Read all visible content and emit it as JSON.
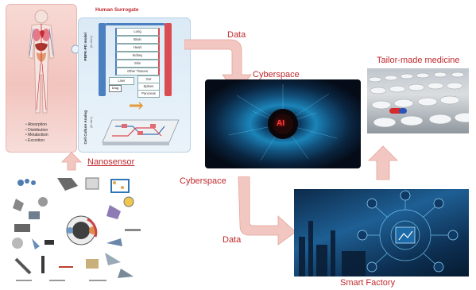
{
  "human_surrogate": {
    "title": "Human Surrogate",
    "pbpk_label": "PBPK-PD model",
    "pbpk_sub": "(in silico)",
    "organs": [
      "Lung",
      "Brain",
      "Heart",
      "Kidney",
      "Skin",
      "Other Tissues",
      "Liver",
      "Gut",
      "Spleen",
      "Pancreas"
    ],
    "drug_in": "Drug",
    "culture_label": "Cell Culture Analog",
    "culture_sub": "(in vitro)"
  },
  "adme": [
    "Absorption",
    "Distribution",
    "Metabolism",
    "Excretion"
  ],
  "labels": {
    "nanosensor": "Nanosensor",
    "data_top": "Data",
    "cyberspace_top": "Cyberspace",
    "tailor": "Tailor-made medicine",
    "ai": "AI",
    "cyberspace_bottom": "Cyberspace",
    "data_bottom": "Data",
    "smart_factory": "Smart Factory"
  },
  "colors": {
    "label_red": "#c0282d",
    "arrow_fill": "#f3c7c1",
    "arrow_stroke": "#e3a39a",
    "arterial": "#d94c52",
    "venous": "#4a7fc0"
  }
}
